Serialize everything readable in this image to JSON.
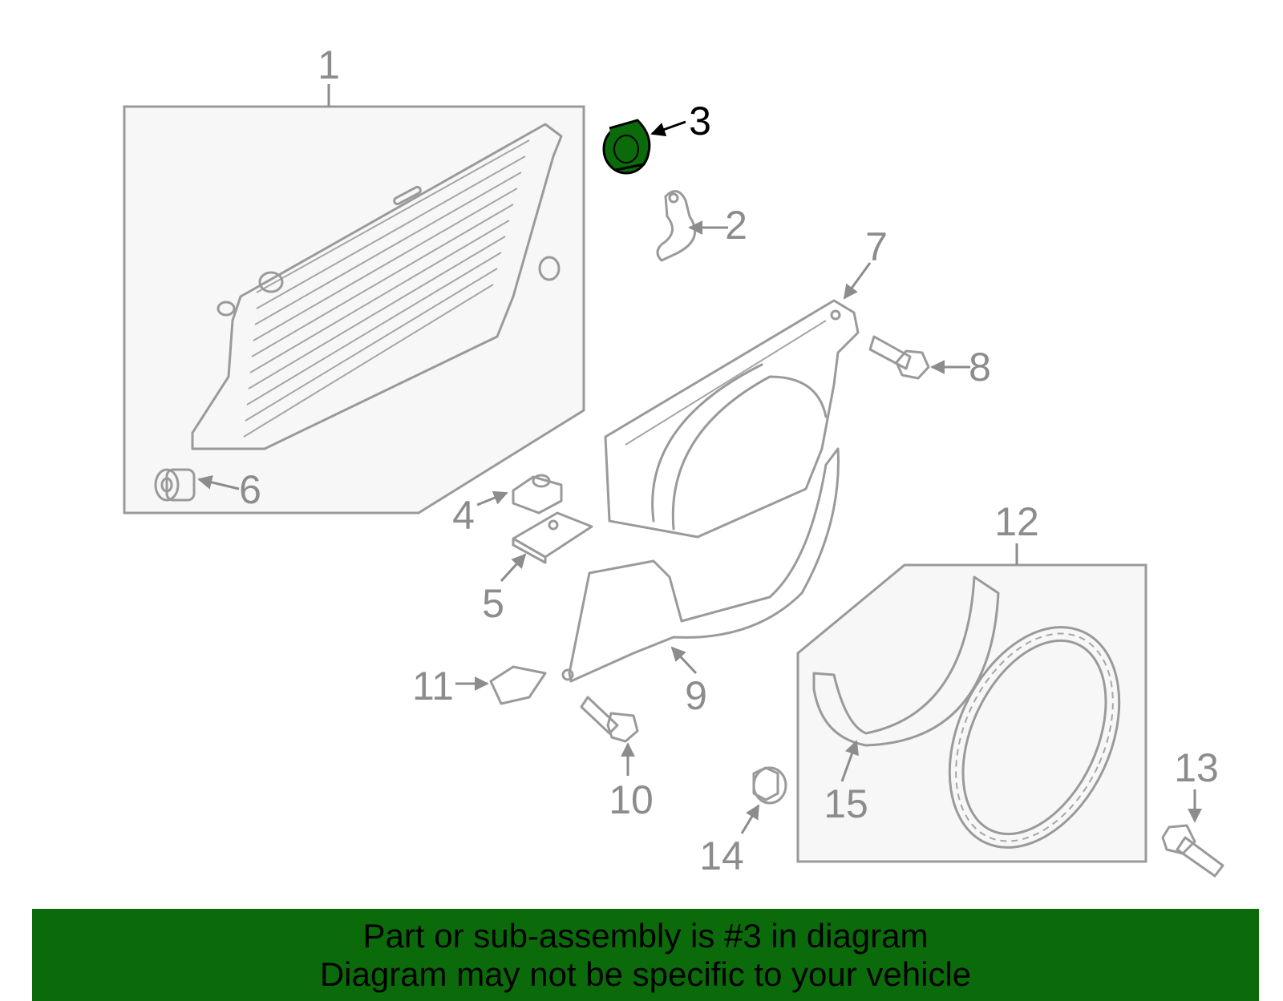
{
  "highlight_color": "#0b6b0b",
  "callouts": {
    "c1": "1",
    "c2": "2",
    "c3": "3",
    "c4": "4",
    "c5": "5",
    "c6": "6",
    "c7": "7",
    "c8": "8",
    "c9": "9",
    "c10": "10",
    "c11": "11",
    "c12": "12",
    "c13": "13",
    "c14": "14",
    "c15": "15"
  },
  "banner": {
    "line1": "Part or sub-assembly is #3 in diagram",
    "line2": "Diagram may not be specific to your vehicle"
  }
}
